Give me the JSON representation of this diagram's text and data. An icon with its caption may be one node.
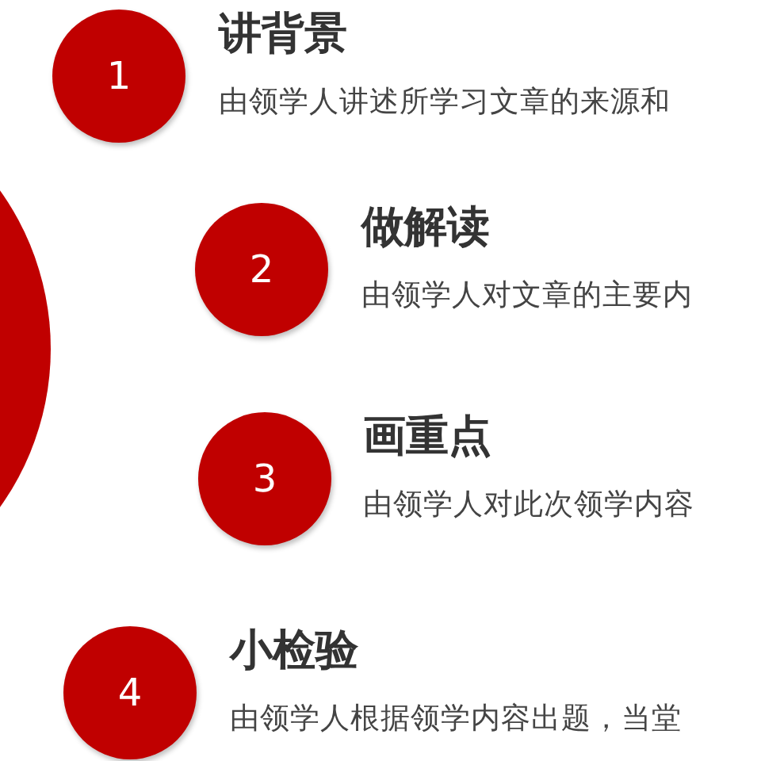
{
  "diagram": {
    "nodes": [
      {
        "text": [],
        "shape": "circle"
      },
      {
        "text": [
          "1"
        ],
        "beside": [
          "讲背景",
          "由领学人讲述所学习文章的来源和"
        ]
      },
      {
        "text": [
          "2"
        ],
        "beside": [
          "做解读",
          "由领学人对文章的主要内"
        ]
      },
      {
        "text": [
          "3"
        ],
        "beside": [
          "画重点",
          "由领学人对此次领学内容"
        ]
      },
      {
        "text": [
          "4"
        ],
        "beside": [
          "小检验",
          "由领学人根据领学内容出题，当堂"
        ]
      }
    ]
  }
}
